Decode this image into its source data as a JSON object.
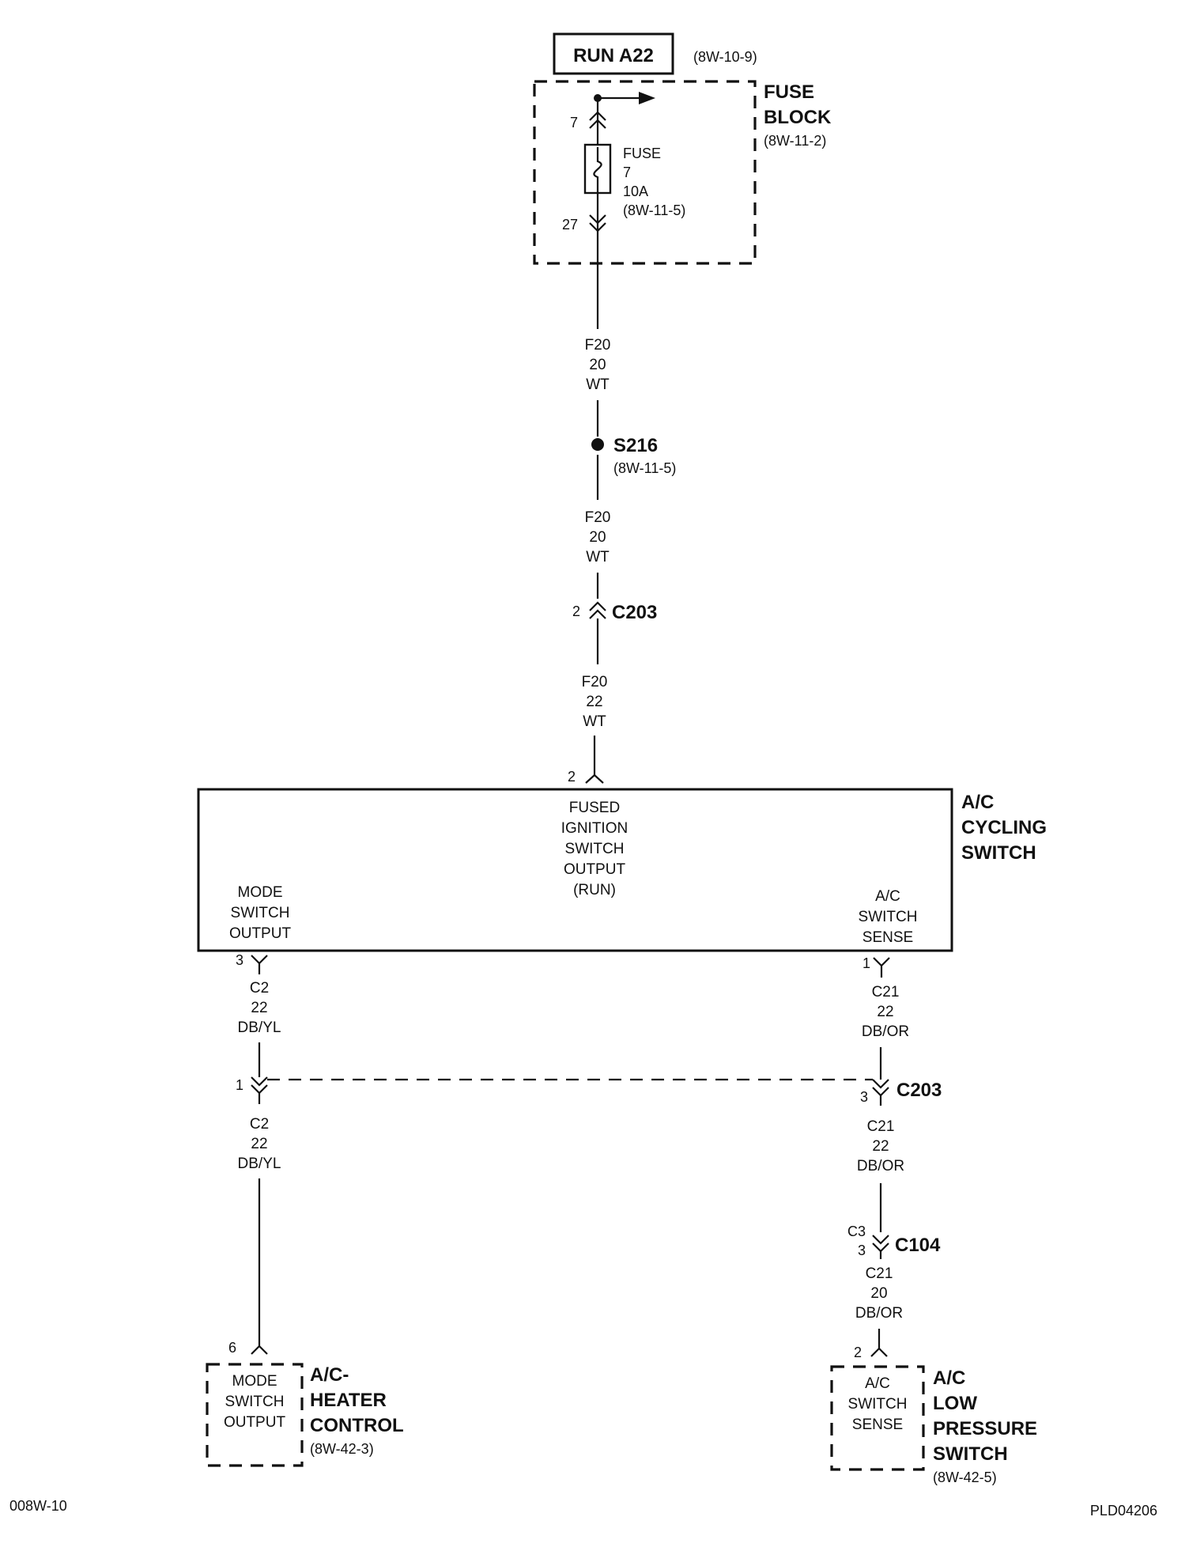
{
  "power_source": {
    "label": "RUN A22",
    "ref": "(8W-10-9)"
  },
  "fuse_block": {
    "title_line1": "FUSE",
    "title_line2": "BLOCK",
    "ref": "(8W-11-2)",
    "cavity_in": "7",
    "cavity_out": "27",
    "fuse": {
      "line1": "FUSE",
      "line2": "7",
      "line3": "10A",
      "line4": "(8W-11-5)"
    }
  },
  "wire_f20_a": {
    "circuit": "F20",
    "gauge": "20",
    "color": "WT"
  },
  "splice": {
    "id": "S216",
    "ref": "(8W-11-5)"
  },
  "wire_f20_b": {
    "circuit": "F20",
    "gauge": "20",
    "color": "WT"
  },
  "connector_c203_top": {
    "id": "C203",
    "pin": "2"
  },
  "wire_f20_c": {
    "circuit": "F20",
    "gauge": "22",
    "color": "WT"
  },
  "cycling_switch": {
    "title_line1": "A/C",
    "title_line2": "CYCLING",
    "title_line3": "SWITCH",
    "pin_top": "2",
    "pin_top_desc": [
      "FUSED",
      "IGNITION",
      "SWITCH",
      "OUTPUT",
      "(RUN)"
    ],
    "pin_left": "3",
    "pin_left_desc": [
      "MODE",
      "SWITCH",
      "OUTPUT"
    ],
    "pin_right": "1",
    "pin_right_desc": [
      "A/C",
      "SWITCH",
      "SENSE"
    ]
  },
  "wire_c2_a": {
    "circuit": "C2",
    "gauge": "22",
    "color": "DB/YL"
  },
  "wire_c21_a": {
    "circuit": "C21",
    "gauge": "22",
    "color": "DB/OR"
  },
  "connector_c203_bottom": {
    "id": "C203",
    "pin_left": "1",
    "pin_right": "3"
  },
  "wire_c2_b": {
    "circuit": "C2",
    "gauge": "22",
    "color": "DB/YL"
  },
  "wire_c21_b": {
    "circuit": "C21",
    "gauge": "22",
    "color": "DB/OR"
  },
  "connector_c104": {
    "id": "C104",
    "cavity": "C3",
    "pin": "3"
  },
  "wire_c21_c": {
    "circuit": "C21",
    "gauge": "20",
    "color": "DB/OR"
  },
  "heater_control": {
    "title_line1": "A/C-",
    "title_line2": "HEATER",
    "title_line3": "CONTROL",
    "ref": "(8W-42-3)",
    "pin": "6",
    "desc": [
      "MODE",
      "SWITCH",
      "OUTPUT"
    ]
  },
  "pressure_switch": {
    "title_line1": "A/C",
    "title_line2": "LOW",
    "title_line3": "PRESSURE",
    "title_line4": "SWITCH",
    "ref": "(8W-42-5)",
    "pin": "2",
    "desc": [
      "A/C",
      "SWITCH",
      "SENSE"
    ]
  },
  "footer": {
    "left_code": "008W-10",
    "right_code": "PLD04206"
  }
}
